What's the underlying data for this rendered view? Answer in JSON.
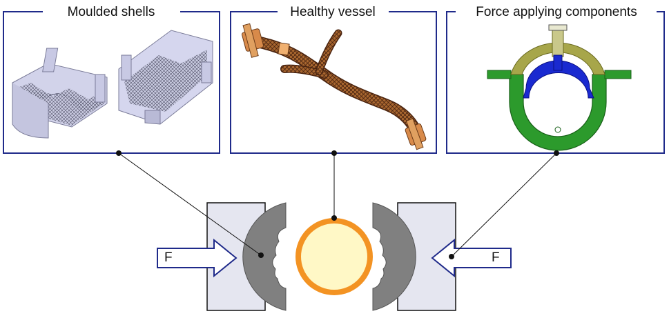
{
  "panels": [
    {
      "title": "Moulded shells"
    },
    {
      "title": "Healthy vessel"
    },
    {
      "title": "Force applying components"
    }
  ],
  "force_label": "F",
  "colors": {
    "frame": "#1f2a8a",
    "shell": "#808080",
    "vessel_wall": "#f39323",
    "vessel_lumen": "#fff8c6",
    "plate": "#e5e6f0",
    "arrow_outline": "#1f2a8a",
    "clamp_top": "#a7a64a",
    "clamp_bottom": "#2c9a2c",
    "clamp_inner": "#1a2ad0"
  }
}
